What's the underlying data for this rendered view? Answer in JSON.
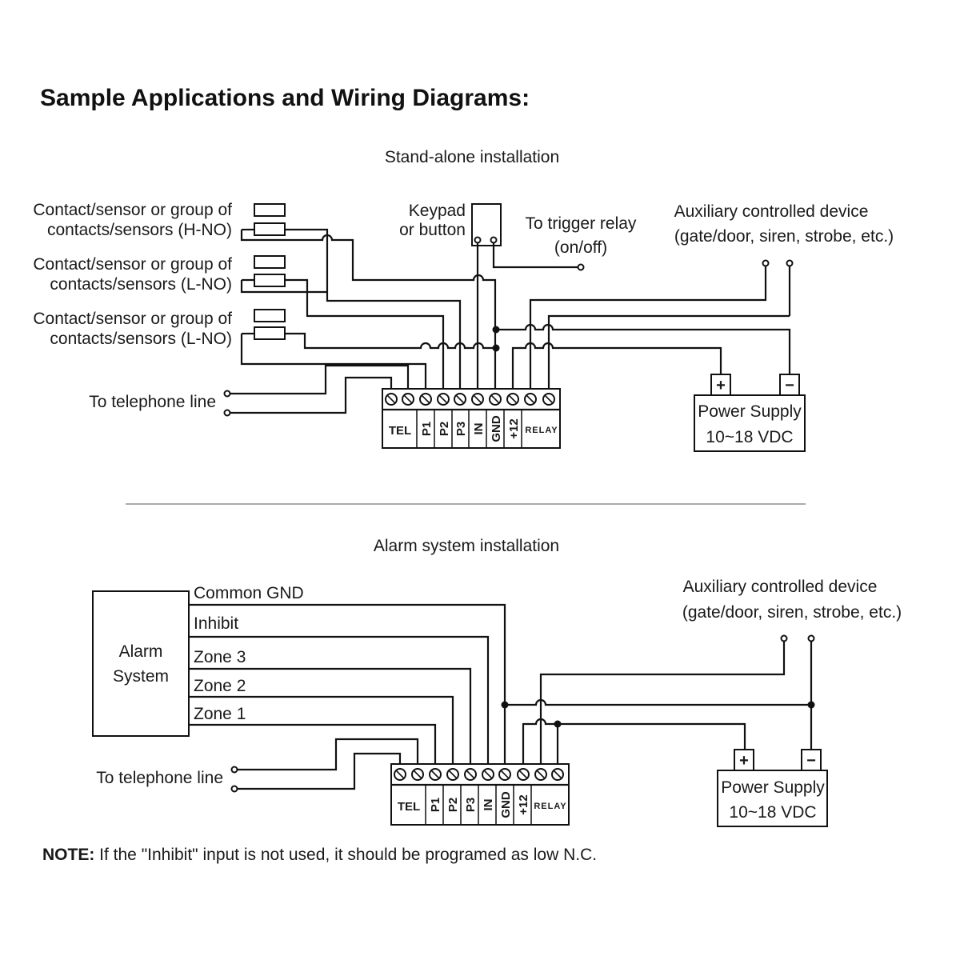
{
  "title": "Sample Applications and Wiring Diagrams:",
  "standalone": {
    "title": "Stand-alone installation",
    "sensor_1": [
      "Contact/sensor or group of",
      "contacts/sensors (H-NO)"
    ],
    "sensor_2": [
      "Contact/sensor or group of",
      "contacts/sensors (L-NO)"
    ],
    "sensor_3": [
      "Contact/sensor or group of",
      "contacts/sensors (L-NO)"
    ],
    "keypad": [
      "Keypad",
      "or button"
    ],
    "trigger": [
      "To trigger relay",
      "(on/off)"
    ],
    "aux": [
      "Auxiliary controlled device",
      "(gate/door, siren, strobe, etc.)"
    ],
    "telephone": "To telephone line",
    "power": [
      "Power Supply",
      "10~18 VDC"
    ],
    "plus": "+",
    "minus": "−"
  },
  "alarm": {
    "title": "Alarm system installation",
    "alarm_system": [
      "Alarm",
      "System"
    ],
    "wires": [
      "Common GND",
      "Inhibit",
      "Zone 3",
      "Zone 2",
      "Zone 1"
    ],
    "aux": [
      "Auxiliary controlled device",
      "(gate/door, siren, strobe, etc.)"
    ],
    "telephone": "To telephone line",
    "power": [
      "Power Supply",
      "10~18 VDC"
    ],
    "plus": "+",
    "minus": "−"
  },
  "terminal_labels": {
    "tel": "TEL",
    "p1": "P1",
    "p2": "P2",
    "p3": "P3",
    "in": "IN",
    "gnd": "GND",
    "plus12": "+12",
    "relay": "RELAY"
  },
  "note": {
    "label": "NOTE:",
    "text": " If the \"Inhibit\" input is not used, it should be programed as low N.C."
  }
}
